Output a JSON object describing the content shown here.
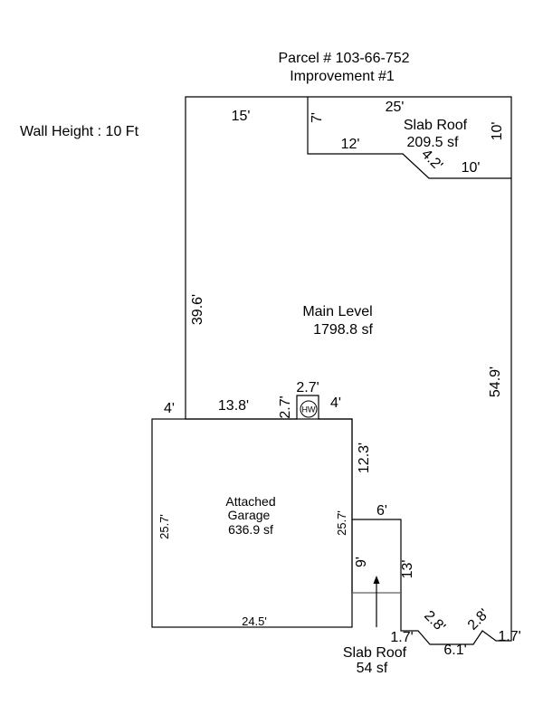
{
  "header": {
    "parcel": "Parcel # 103-66-752",
    "improvement": "Improvement #1"
  },
  "wall_height": "Wall Height : 10 Ft",
  "areas": {
    "main_level": {
      "name": "Main Level",
      "area": "1798.8 sf"
    },
    "slab_roof_top": {
      "name": "Slab Roof",
      "area": "209.5 sf"
    },
    "garage": {
      "name_line1": "Attached",
      "name_line2": "Garage",
      "area": "636.9 sf"
    },
    "slab_roof_bottom": {
      "name": "Slab Roof",
      "area": "54 sf"
    },
    "hw_label": "HW"
  },
  "dimensions": {
    "main_top_left": "15'",
    "top_25": "25'",
    "top_7": "7'",
    "top_10_right": "10'",
    "top_12": "12'",
    "top_4_2": "4.2'",
    "top_10_bottom": "10'",
    "left_39_6": "39.6'",
    "right_54_9": "54.9'",
    "ledge_4_left": "4'",
    "ledge_13_8": "13.8'",
    "hw_2_7_vertical": "2.7'",
    "hw_2_7_top": "2.7'",
    "ledge_4_right": "4'",
    "garage_12_3": "12.3'",
    "garage_25_7_left": "25.7'",
    "garage_25_7_right": "25.7'",
    "garage_24_5": "24.5'",
    "slab_6": "6'",
    "slab_9": "9'",
    "slab_13": "13'",
    "bottom_1_7_left": "1.7'",
    "bottom_2_8_left": "2.8'",
    "bottom_6_1": "6.1'",
    "bottom_2_8_right": "2.8'",
    "bottom_1_7_right": "1.7'"
  }
}
